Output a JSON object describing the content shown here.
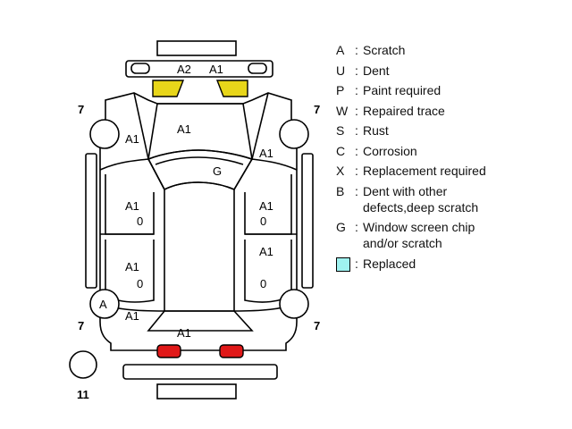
{
  "colors": {
    "headlight_yellow": "#E8D61A",
    "taillight_red": "#E01818",
    "replaced_cyan": "#9FF2F0"
  },
  "diagram": {
    "front_labels": [
      "A2",
      "A1"
    ],
    "hood_label": "A1",
    "windshield_label": "G",
    "left_front_fender": "A1",
    "right_front_fender": "A1",
    "left_front_door": "A1",
    "left_front_door_sub": "0",
    "right_front_door": "A1",
    "right_front_door_sub": "0",
    "left_rear_door": "A1",
    "left_rear_door_sub": "0",
    "right_rear_door": "A1",
    "right_rear_door_sub": "0",
    "left_rear_quarter": "A1",
    "rear_panel": "A1",
    "front_left_wheel": "7",
    "front_right_wheel": "7",
    "rear_left_wheel": "7",
    "rear_right_wheel": "7",
    "rear_left_wheel_mark": "A",
    "spare_tire": "11"
  },
  "legend": [
    {
      "code": "A",
      "desc": "Scratch"
    },
    {
      "code": "U",
      "desc": "Dent"
    },
    {
      "code": "P",
      "desc": "Paint required"
    },
    {
      "code": "W",
      "desc": "Repaired trace"
    },
    {
      "code": "S",
      "desc": "Rust"
    },
    {
      "code": "C",
      "desc": "Corrosion"
    },
    {
      "code": "X",
      "desc": "Replacement required"
    },
    {
      "code": "B",
      "desc": "Dent with other\ndefects,deep scratch"
    },
    {
      "code": "G",
      "desc": "Window screen chip\nand/or scratch"
    },
    {
      "code": "",
      "desc": "Replaced",
      "swatch": true
    }
  ],
  "colon": ":"
}
